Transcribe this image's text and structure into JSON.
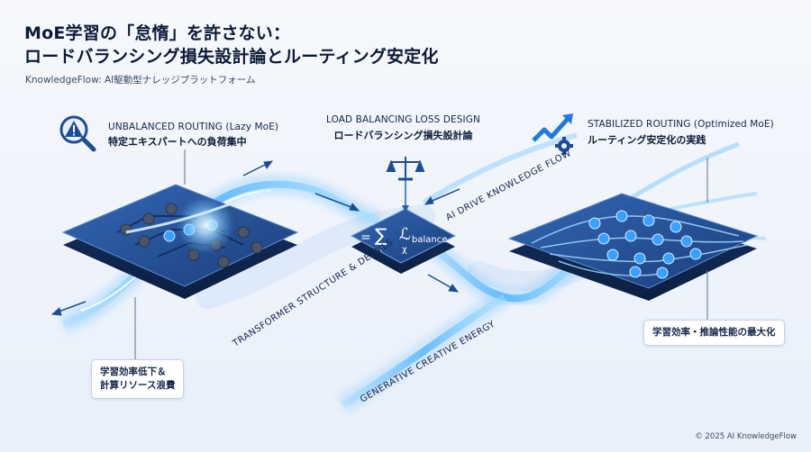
{
  "header": {
    "title_line1": "MoE学習の「怠惰」を許さない：",
    "title_line2": "ロードバランシング損失設計論とルーティング安定化",
    "subtitle": "KnowledgeFlow: AI駆動型ナレッジプラットフォーム"
  },
  "left_panel": {
    "label_en": "UNBALANCED ROUTING (Lazy MoE)",
    "label_jp": "特定エキスパートへの負荷集中",
    "callout_line1": "学習効率低下＆",
    "callout_line2": "計算リソース浪費",
    "icon": "warning-magnifier-icon"
  },
  "center_panel": {
    "label_en": "LOAD BALANCING LOSS DESIGN",
    "label_jp": "ロードバランシング損失設計論",
    "formula_eq": "=",
    "formula_sum": "∑",
    "formula_i": "i",
    "formula_chi": "χ",
    "formula_L": "ℒ",
    "formula_sub": "balance",
    "icon": "balance-scale-icon"
  },
  "right_panel": {
    "label_en": "STABILIZED ROUTING (Optimized MoE)",
    "label_jp": "ルーティング安定化の実践",
    "callout": "学習効率・推論性能の最大化",
    "icon": "trend-up-gear-icon"
  },
  "flow_labels": {
    "ai_drive": "AI DRIVE KNOWLEDGE FLOW",
    "transformer": "TRANSFORMER STRUCTURE & DETAILS",
    "generative": "GENERATIVE CREATIVE ENERGY"
  },
  "footer": {
    "copyright": "© 2025 AI KnowledgeFlow"
  },
  "colors": {
    "accent": "#1f7be0",
    "glow": "#6fc6ff",
    "chip_dark": "#173f7a",
    "chip_top": "#2b5fa8",
    "node_dark": "#4a5568",
    "node_blue": "#3aa0ff"
  }
}
